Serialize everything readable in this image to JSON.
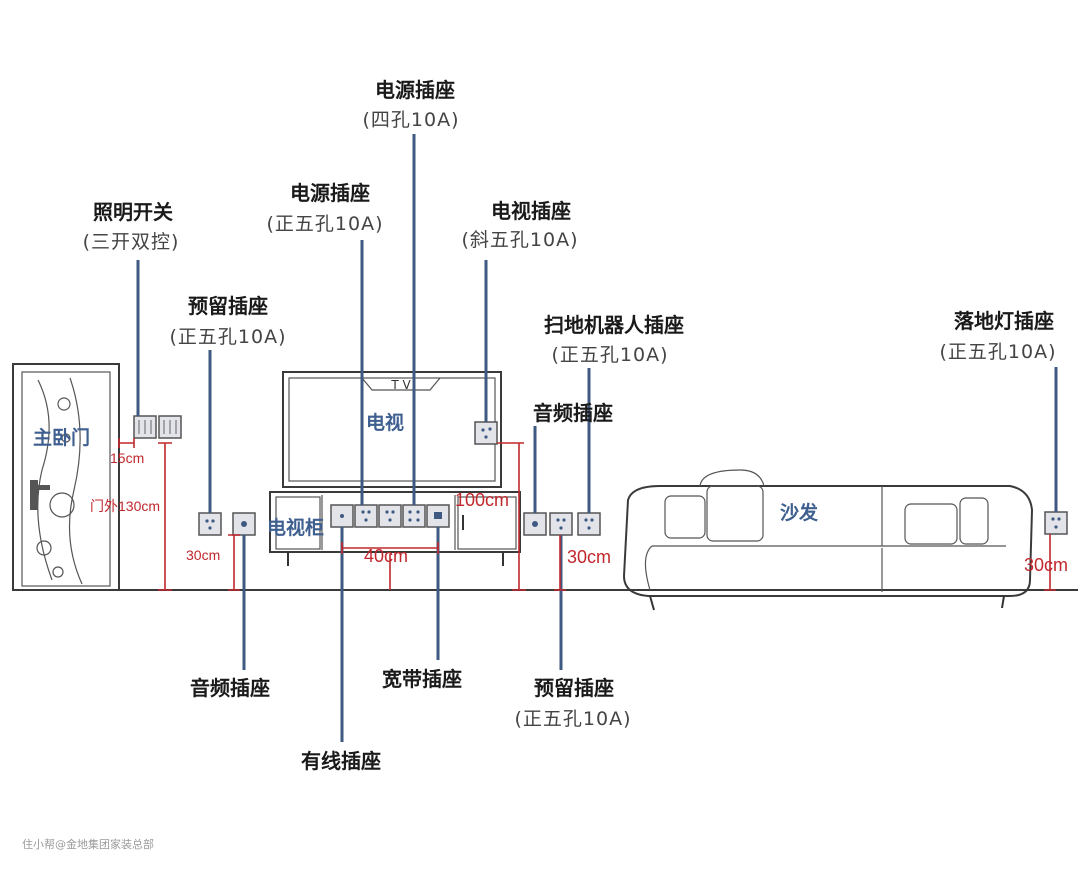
{
  "labels": {
    "power_4hole": {
      "title": "电源插座",
      "sub": "(四孔10A)"
    },
    "power_5hole": {
      "title": "电源插座",
      "sub": "(正五孔10A)"
    },
    "light_switch": {
      "title": "照明开关",
      "sub": "(三开双控)"
    },
    "tv_socket": {
      "title": "电视插座",
      "sub": "(斜五孔10A)"
    },
    "reserved_left": {
      "title": "预留插座",
      "sub": "(正五孔10A)"
    },
    "robot_socket": {
      "title": "扫地机器人插座",
      "sub": "(正五孔10A)"
    },
    "floor_lamp": {
      "title": "落地灯插座",
      "sub": "(正五孔10A)"
    },
    "audio_right": {
      "title": "音频插座"
    },
    "audio_left": {
      "title": "音频插座"
    },
    "broadband": {
      "title": "宽带插座"
    },
    "cable": {
      "title": "有线插座"
    },
    "reserved_bottom": {
      "title": "预留插座",
      "sub": "(正五孔10A)"
    }
  },
  "objects": {
    "door": "主卧门",
    "tv": "电视",
    "tv_screen_mark": "T V",
    "tv_cabinet": "电视柜",
    "sofa": "沙发"
  },
  "dimensions": {
    "switch_gap": "15cm",
    "switch_height": "门外130cm",
    "low_left": "30cm",
    "cabinet_width": "40cm",
    "tv_socket_height": "100cm",
    "low_mid": "30cm",
    "low_right": "30cm"
  },
  "watermark": "住小帮@金地集团家装总部",
  "colors": {
    "leader": "#3f5a82",
    "dimension": "#c0282d",
    "object_text": "#3e5f8f"
  }
}
